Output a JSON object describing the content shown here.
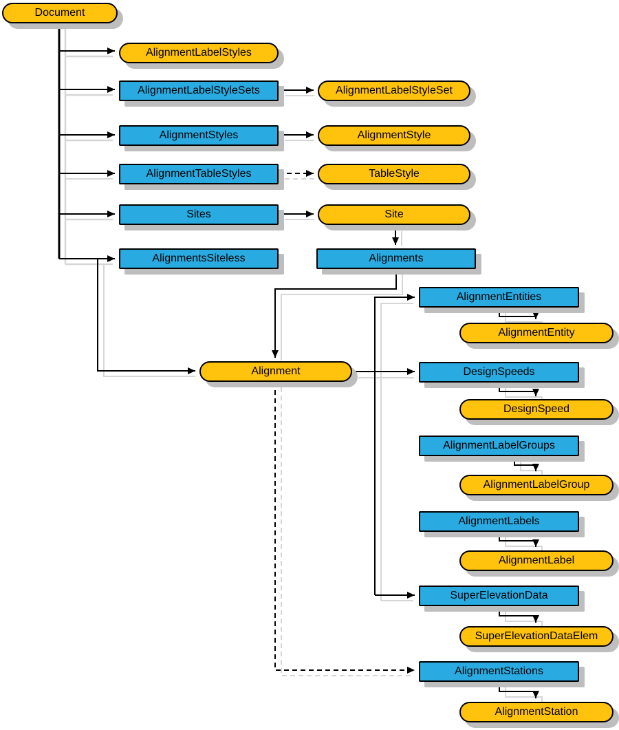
{
  "diagram": {
    "description": "Object model hierarchy diagram of Alignment-related classes",
    "colors": {
      "collection_fill": "#29ABE2",
      "object_fill": "#FFC20D",
      "border": "#000000",
      "box_shadow": "#BEBEBE",
      "line_shadow": "#D6D6D6",
      "line": "#000000",
      "background": "#FFFFFF"
    },
    "node_kinds": {
      "collection": "blue rectangle",
      "object": "yellow rounded (stadium)"
    }
  },
  "nodes": {
    "document": {
      "label": "Document",
      "kind": "object"
    },
    "alignmentLabelStyles": {
      "label": "AlignmentLabelStyles",
      "kind": "object"
    },
    "alignmentLabelStyleSets": {
      "label": "AlignmentLabelStyleSets",
      "kind": "collection"
    },
    "alignmentLabelStyleSet": {
      "label": "AlignmentLabelStyleSet",
      "kind": "object"
    },
    "alignmentStyles": {
      "label": "AlignmentStyles",
      "kind": "collection"
    },
    "alignmentStyle": {
      "label": "AlignmentStyle",
      "kind": "object"
    },
    "alignmentTableStyles": {
      "label": "AlignmentTableStyles",
      "kind": "collection"
    },
    "tableStyle": {
      "label": "TableStyle",
      "kind": "object"
    },
    "sites": {
      "label": "Sites",
      "kind": "collection"
    },
    "site": {
      "label": "Site",
      "kind": "object"
    },
    "alignmentsSiteless": {
      "label": "AlignmentsSiteless",
      "kind": "collection"
    },
    "alignments": {
      "label": "Alignments",
      "kind": "collection"
    },
    "alignment": {
      "label": "Alignment",
      "kind": "object"
    },
    "alignmentEntities": {
      "label": "AlignmentEntities",
      "kind": "collection"
    },
    "alignmentEntity": {
      "label": "AlignmentEntity",
      "kind": "object"
    },
    "designSpeeds": {
      "label": "DesignSpeeds",
      "kind": "collection"
    },
    "designSpeed": {
      "label": "DesignSpeed",
      "kind": "object"
    },
    "alignmentLabelGroups": {
      "label": "AlignmentLabelGroups",
      "kind": "collection"
    },
    "alignmentLabelGroup": {
      "label": "AlignmentLabelGroup",
      "kind": "object"
    },
    "alignmentLabels": {
      "label": "AlignmentLabels",
      "kind": "collection"
    },
    "alignmentLabel": {
      "label": "AlignmentLabel",
      "kind": "object"
    },
    "superElevationData": {
      "label": "SuperElevationData",
      "kind": "collection"
    },
    "superElevationDataElem": {
      "label": "SuperElevationDataElem",
      "kind": "object"
    },
    "alignmentStations": {
      "label": "AlignmentStations",
      "kind": "collection"
    },
    "alignmentStation": {
      "label": "AlignmentStation",
      "kind": "object"
    }
  },
  "edges": [
    {
      "from": "document",
      "to": "alignmentLabelStyles",
      "style": "solid"
    },
    {
      "from": "document",
      "to": "alignmentLabelStyleSets",
      "style": "solid"
    },
    {
      "from": "document",
      "to": "alignmentStyles",
      "style": "solid"
    },
    {
      "from": "document",
      "to": "alignmentTableStyles",
      "style": "solid"
    },
    {
      "from": "document",
      "to": "sites",
      "style": "solid"
    },
    {
      "from": "document",
      "to": "alignmentsSiteless",
      "style": "solid"
    },
    {
      "from": "document",
      "to": "alignment",
      "style": "solid"
    },
    {
      "from": "alignmentLabelStyleSets",
      "to": "alignmentLabelStyleSet",
      "style": "solid"
    },
    {
      "from": "alignmentStyles",
      "to": "alignmentStyle",
      "style": "solid"
    },
    {
      "from": "alignmentTableStyles",
      "to": "tableStyle",
      "style": "dashed"
    },
    {
      "from": "sites",
      "to": "site",
      "style": "solid"
    },
    {
      "from": "site",
      "to": "alignments",
      "style": "solid"
    },
    {
      "from": "alignments",
      "to": "alignment",
      "style": "solid"
    },
    {
      "from": "alignment",
      "to": "alignmentEntities",
      "style": "solid"
    },
    {
      "from": "alignment",
      "to": "designSpeeds",
      "style": "solid"
    },
    {
      "from": "alignment",
      "to": "superElevationData",
      "style": "solid"
    },
    {
      "from": "alignment",
      "to": "alignmentStations",
      "style": "dashed"
    },
    {
      "from": "alignmentEntities",
      "to": "alignmentEntity",
      "style": "solid"
    },
    {
      "from": "designSpeeds",
      "to": "designSpeed",
      "style": "solid"
    },
    {
      "from": "alignmentLabelGroups",
      "to": "alignmentLabelGroup",
      "style": "solid"
    },
    {
      "from": "alignmentLabels",
      "to": "alignmentLabel",
      "style": "solid"
    },
    {
      "from": "superElevationData",
      "to": "superElevationDataElem",
      "style": "solid"
    },
    {
      "from": "alignmentStations",
      "to": "alignmentStation",
      "style": "solid"
    }
  ]
}
